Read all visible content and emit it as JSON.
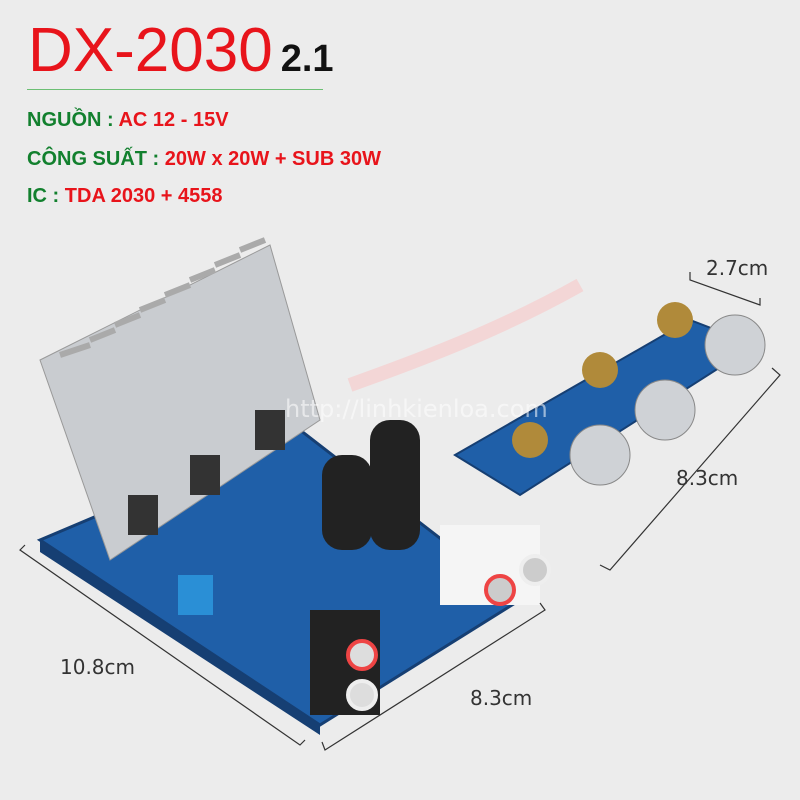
{
  "title": {
    "model": "DX-2030",
    "version": "2.1"
  },
  "specs": [
    {
      "key": "NGUỒN : ",
      "value": "AC 12 - 15V"
    },
    {
      "key": "CÔNG SUẤT : ",
      "value": "20W x 20W + SUB 30W"
    },
    {
      "key": "IC : ",
      "value": "TDA 2030 + 4558"
    }
  ],
  "dimensions": {
    "control_width": "2.7cm",
    "control_length": "8.3cm",
    "board_length": "10.8cm",
    "board_width": "8.3cm"
  },
  "watermark": "http://linhkienloa.com",
  "colors": {
    "title": "#e8141b",
    "label": "#12802e",
    "board": "#1f5fa8",
    "heatsink": "#c9ccd0"
  }
}
